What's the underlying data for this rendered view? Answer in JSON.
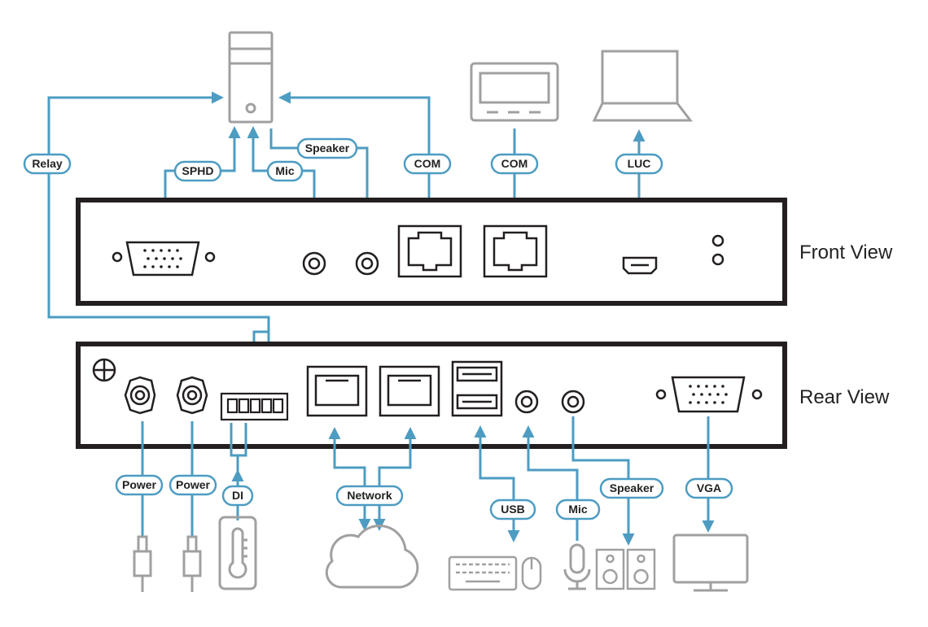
{
  "views": {
    "front": "Front View",
    "rear": "Rear View"
  },
  "labels": {
    "relay": "Relay",
    "sphd": "SPHD",
    "mic_front": "Mic",
    "speaker_front": "Speaker",
    "com_pc": "COM",
    "com_display": "COM",
    "luc": "LUC",
    "power1": "Power",
    "power2": "Power",
    "di": "DI",
    "network": "Network",
    "usb": "USB",
    "mic_rear": "Mic",
    "speaker_rear": "Speaker",
    "vga": "VGA"
  },
  "colors": {
    "cable": "#4d9cc2",
    "device_outline": "#a0a0a0",
    "panel": "#231f20",
    "label_border": "#4d9cc2"
  }
}
